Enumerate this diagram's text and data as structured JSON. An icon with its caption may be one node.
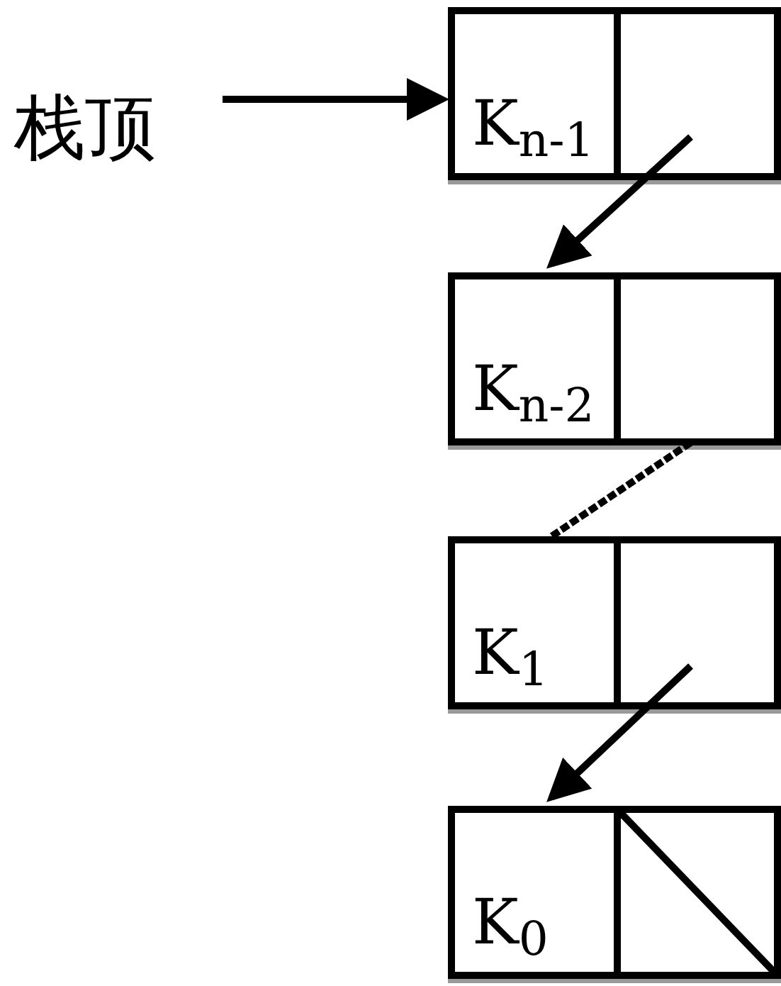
{
  "diagram": {
    "nodes": [
      {
        "text": [
          "栈顶"
        ]
      },
      {
        "text": [
          "K$_{n-1}$"
        ]
      },
      {
        "text": [],
        "shape": "box"
      },
      {
        "text": [
          "K$_{n-2}$"
        ]
      },
      {
        "text": [],
        "shape": "box"
      },
      {
        "text": [
          "K$_{1}$"
        ]
      },
      {
        "text": [],
        "shape": "box"
      },
      {
        "text": [
          "K$_{0}$"
        ]
      },
      {
        "text": [],
        "shape": "box"
      }
    ],
    "edges": [
      {
        "from": 0,
        "to": 1,
        "arrow": "to"
      },
      {
        "from": 2,
        "to": 3,
        "arrow": "to"
      },
      {
        "from": 4,
        "to": 5,
        "arrow": "none",
        "style": "dashed"
      },
      {
        "from": 6,
        "to": 7,
        "arrow": "to"
      }
    ]
  }
}
